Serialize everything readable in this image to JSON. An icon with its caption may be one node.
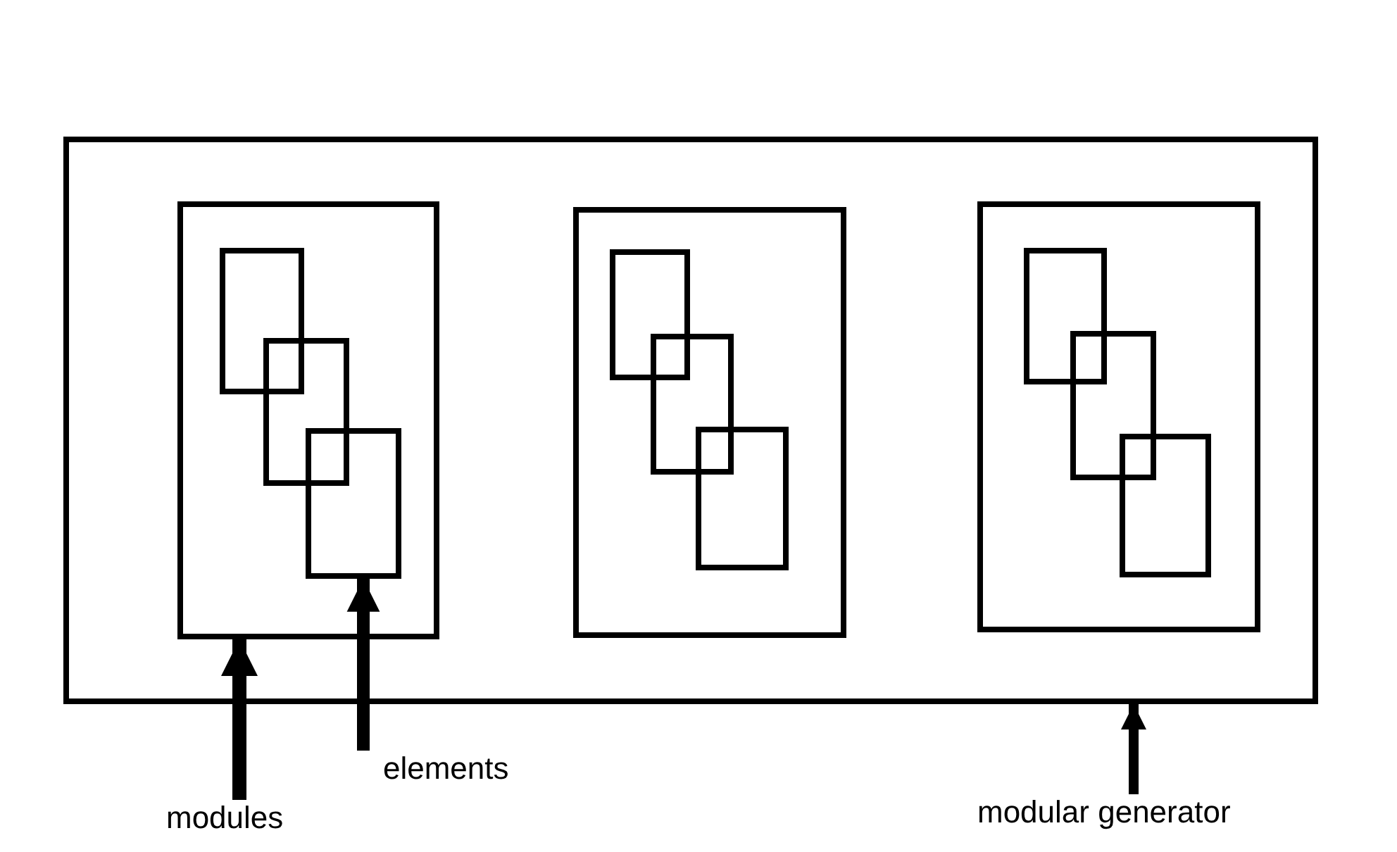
{
  "diagram": {
    "nodes": [
      {
        "text": [],
        "shape": "box"
      },
      {
        "text": [],
        "shape": "box",
        "in": 0
      },
      {
        "text": [],
        "shape": "box",
        "in": 1
      },
      {
        "text": [],
        "shape": "box",
        "in": 1
      },
      {
        "text": [],
        "shape": "box",
        "in": 1
      },
      {
        "text": [],
        "shape": "box",
        "in": 0
      },
      {
        "text": [],
        "shape": "box",
        "in": 5
      },
      {
        "text": [],
        "shape": "box",
        "in": 5
      },
      {
        "text": [],
        "shape": "box",
        "in": 5
      },
      {
        "text": [],
        "shape": "box",
        "in": 0
      },
      {
        "text": [],
        "shape": "box",
        "in": 9
      },
      {
        "text": [],
        "shape": "box",
        "in": 9
      },
      {
        "text": [],
        "shape": "box",
        "in": 9
      },
      {
        "text": [
          "elements"
        ]
      },
      {
        "text": [
          "modules"
        ]
      },
      {
        "text": [
          "modular generator"
        ]
      }
    ],
    "edges": [
      {
        "from": 13,
        "to": 4,
        "arrow": "to"
      },
      {
        "from": 14,
        "to": 1,
        "arrow": "to"
      },
      {
        "from": 15,
        "to": 0,
        "arrow": "to"
      }
    ]
  }
}
